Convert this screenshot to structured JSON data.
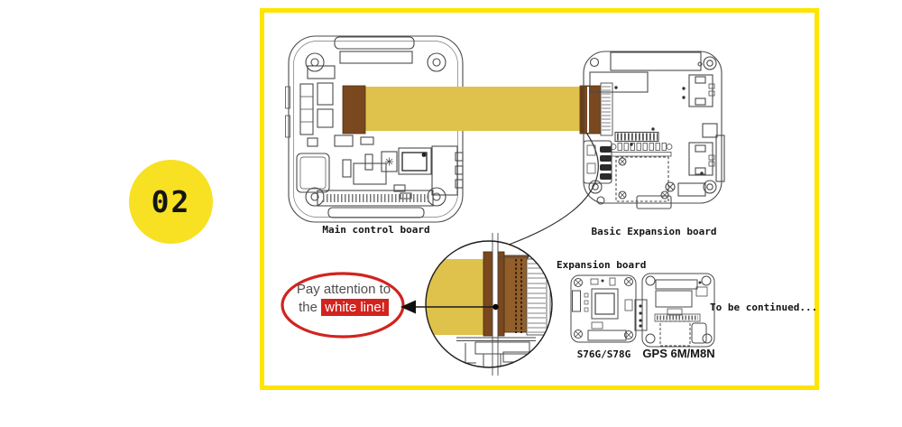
{
  "step_badge": {
    "number": "02"
  },
  "colors": {
    "frame_yellow": "#FFE400",
    "badge_yellow": "#F7E122",
    "ribbon_yellow": "#DFC24B",
    "connector_brown": "#7A481E",
    "connector_brown_light": "#925F2B",
    "accent_red": "#D2231E",
    "line_dark": "#4A4A4A"
  },
  "diagram": {
    "main_board": {
      "label": "Main control board"
    },
    "basic_expansion_board": {
      "label": "Basic Expansion board"
    },
    "expansion_boards": {
      "section_label": "Expansion board",
      "items": [
        {
          "label": "S76G/S78G"
        },
        {
          "label": "GPS 6M/M8N"
        }
      ]
    },
    "annotation": {
      "line1": "Pay attention to",
      "line2_prefix": "the ",
      "line2_highlight": "white line!"
    },
    "to_be_continued": "To be continued..."
  }
}
